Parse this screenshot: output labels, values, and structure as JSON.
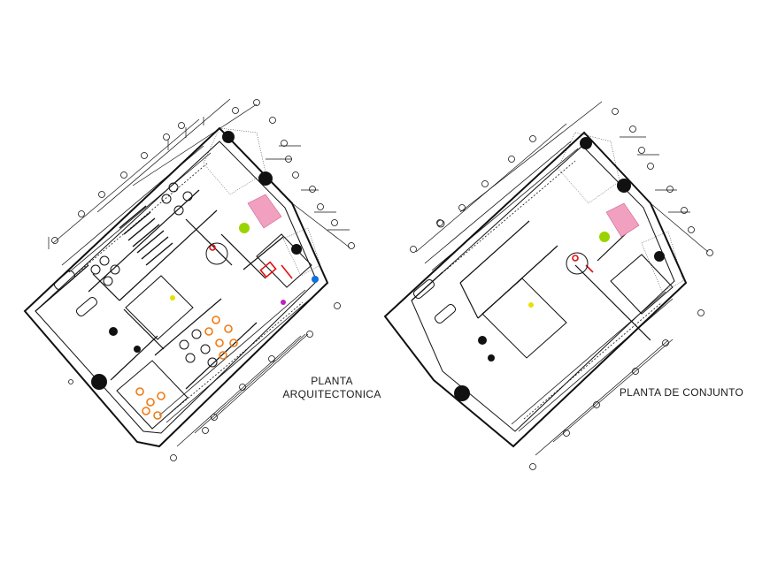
{
  "labels": {
    "planta_arquitectonica_line1": "PLANTA",
    "planta_arquitectonica_line2": "ARQUITECTONICA",
    "planta_de_conjunto": "PLANTA DE CONJUNTO"
  },
  "colors": {
    "line": "#111111",
    "pink_furniture": "#f2a0c0",
    "yellow_accent": "#e8e000",
    "orange_tables": "#f07a10",
    "red_fixtures": "#e01010",
    "green_plant": "#9ad400",
    "blue_fixture": "#1070e0",
    "magenta_fixture": "#c020c0"
  },
  "icons": {
    "grid_marker": "circle-bubble",
    "tree": "tree-canopy",
    "car": "car-outline",
    "table": "round-table-with-chairs"
  }
}
